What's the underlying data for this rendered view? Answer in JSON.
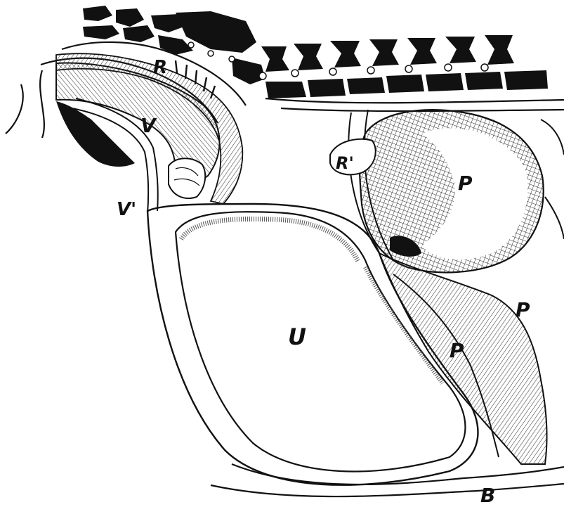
{
  "figure": {
    "labels": {
      "r": "R",
      "v": "V",
      "v_prime": "V'",
      "r_prime": "R'",
      "p_upper": "P",
      "p_right": "P",
      "p_lower": "P",
      "u": "U",
      "b": "B"
    },
    "colors": {
      "ink": "#111111",
      "hatch": "#3a3a3a",
      "paper": "#ffffff"
    }
  }
}
